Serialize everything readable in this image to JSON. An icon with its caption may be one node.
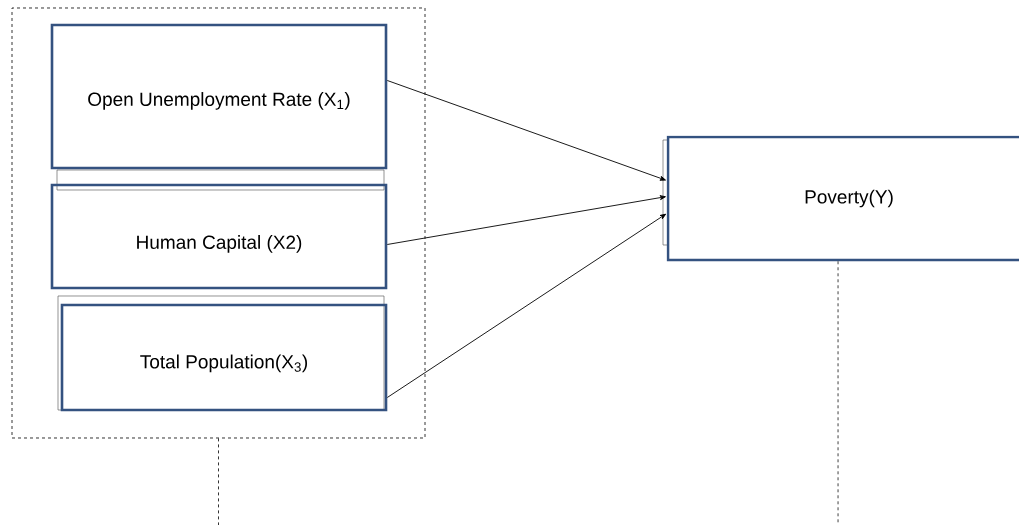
{
  "diagram": {
    "nodes": [
      {
        "text": [],
        "shape": "box"
      },
      {
        "text": [
          "Open Unemployment Rate (X$_{1}$)"
        ],
        "in": 0
      },
      {
        "text": [
          "Human Capital (X2)"
        ],
        "in": 0
      },
      {
        "text": [
          "Total Population(X$_{3}$)"
        ],
        "in": 0
      },
      {
        "text": [
          "Poverty(Y)"
        ]
      }
    ],
    "edges": [
      {
        "from": 1,
        "to": 4,
        "arrow": "to"
      },
      {
        "from": 2,
        "to": 4,
        "arrow": "to"
      },
      {
        "from": 3,
        "to": 4,
        "arrow": "to"
      },
      {
        "from": 0,
        "to": null,
        "arrow": "none",
        "style": "dashed"
      },
      {
        "from": 4,
        "to": null,
        "arrow": "none",
        "style": "dashed"
      }
    ]
  }
}
